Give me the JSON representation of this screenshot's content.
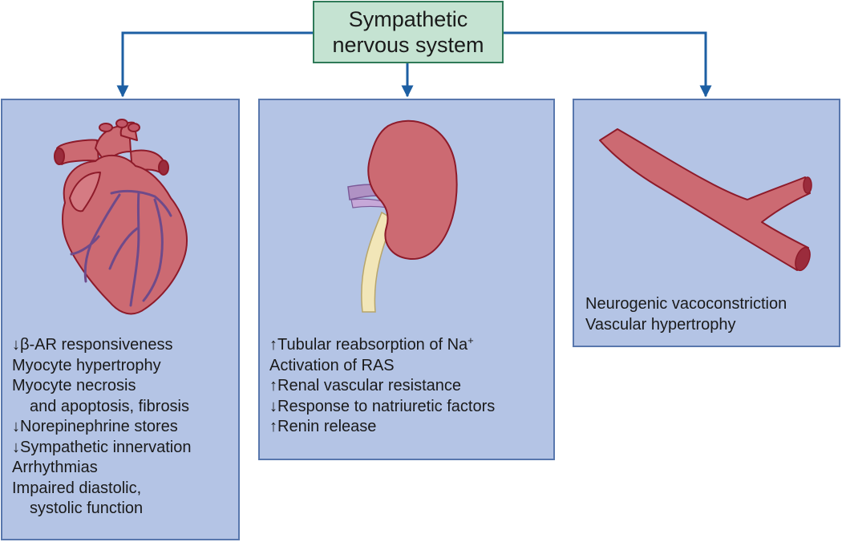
{
  "root": {
    "line1": "Sympathetic",
    "line2": "nervous system"
  },
  "panels": {
    "heart": {
      "icon": "heart-icon",
      "items": [
        "↓β-AR responsiveness",
        "Myocyte hypertrophy",
        "Myocyte necrosis",
        "and apoptosis, fibrosis",
        "↓Norepinephrine stores",
        "↓Sympathetic innervation",
        "Arrhythmias",
        "Impaired diastolic,",
        "systolic function"
      ]
    },
    "kidney": {
      "icon": "kidney-icon",
      "items": [
        "↑Tubular reabsorption of Na",
        "Activation of RAS",
        "↑Renal vascular resistance",
        "↓Response to natriuretic factors",
        "↑Renin release"
      ],
      "na_superscript": "+"
    },
    "vessel": {
      "icon": "blood-vessel-icon",
      "items": [
        "Neurogenic vacoconstriction",
        "Vascular hypertrophy"
      ]
    }
  },
  "colors": {
    "root_fill": "#c5e3d2",
    "root_border": "#2f7a58",
    "panel_fill": "#b4c4e5",
    "panel_border": "#5877ad",
    "arrow": "#1d5fa3",
    "organ_fill": "#cc6a72",
    "organ_outline": "#8e1b2a",
    "coronary_vessel": "#6e4a8a",
    "renal_vein": "#b092c4",
    "ureter": "#f2e6b8"
  }
}
